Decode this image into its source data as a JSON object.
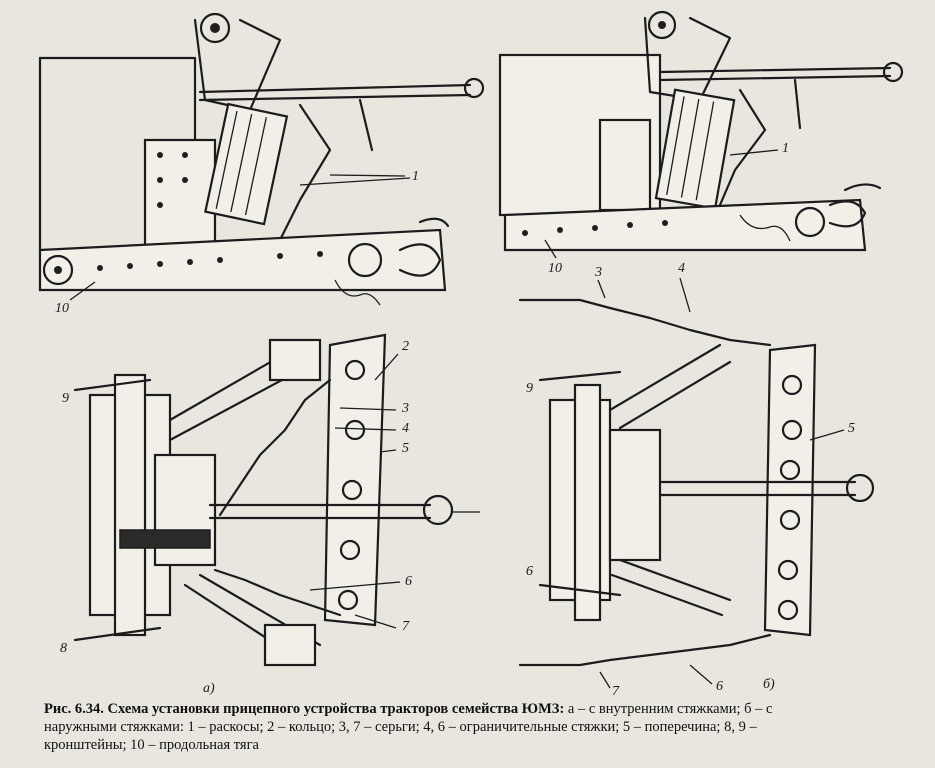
{
  "figure": {
    "labels": {
      "a1": "1",
      "a10": "10",
      "b1": "1",
      "b10": "10",
      "b3": "3",
      "b4": "4",
      "c2": "2",
      "c3": "3",
      "c4": "4",
      "c5": "5",
      "c6": "6",
      "c7": "7",
      "c8": "8",
      "c9": "9",
      "d9": "9",
      "d5": "5",
      "d6": "6",
      "d6b": "6",
      "d7": "7",
      "panel_a": "а)",
      "panel_b": "б)"
    }
  },
  "caption": {
    "title": "Рис. 6.34. Схема установки прицепного устройства тракторов семейства ЮМЗ:",
    "line1_rest": " а – с внутренним стяжками; б – с",
    "line2": "наружными стяжками: 1 – раскосы; 2 – кольцо; 3, 7 – серьги; 4, 6 – ограничительные стяжки; 5 – поперечина; 8, 9 –",
    "line3": "кронштейны; 10 – продольная тяга"
  }
}
